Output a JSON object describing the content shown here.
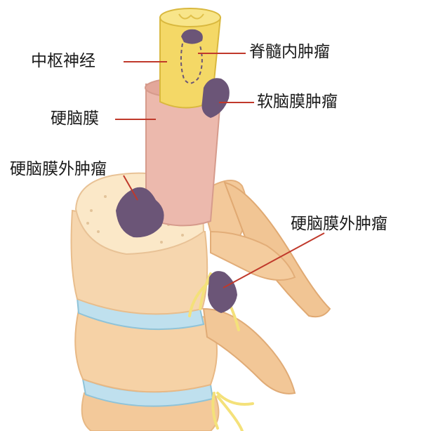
{
  "labels": {
    "central_nerve": "中枢神经",
    "intramedullary_tumor": "脊髓内肿瘤",
    "dura": "硬脑膜",
    "leptomeningeal_tumor": "软脑膜肿瘤",
    "extradural_tumor_left": "硬脑膜外肿瘤",
    "extradural_tumor_right": "硬脑膜外肿瘤"
  },
  "colors": {
    "leader_line": "#c0392b",
    "tumor": "#6b5577",
    "cord": "#f2d35b",
    "dura": "#e8b3a8",
    "bone": "#f6d6ae",
    "disc": "#bfe0ee",
    "nerve": "#f7ea8a"
  }
}
